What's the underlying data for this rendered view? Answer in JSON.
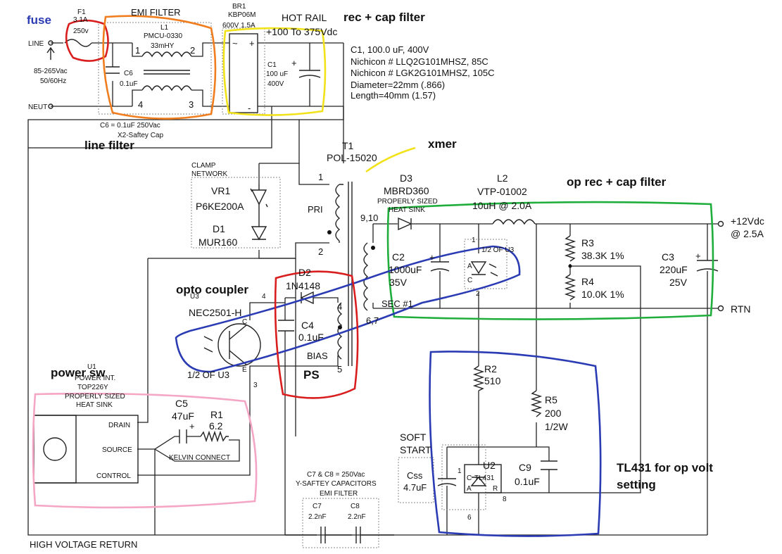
{
  "colors": {
    "red": "#d81e1e",
    "orange": "#f07d1e",
    "yellow": "#f1e21a",
    "green": "#1fae3b",
    "blue": "#2b3bb3",
    "pink": "#f4a6c4",
    "fuse_label": "#2b3bb3"
  },
  "annotations": {
    "fuse": "fuse",
    "line_filter": "line filter",
    "rec_cap": "rec + cap filter",
    "xmer": "xmer",
    "op_rec": "op rec + cap filter",
    "opto": "opto coupler",
    "ps": "PS",
    "power_sw": "power sw",
    "tl431_line1": "TL431 for op volt",
    "tl431_line2": "setting"
  },
  "input": {
    "line": "LINE",
    "neut": "NEUT",
    "range": "85-265Vac",
    "freq": "50/60Hz"
  },
  "fuse": {
    "ref": "F1",
    "rating": "3.1A",
    "voltage": "250v"
  },
  "emi": {
    "title": "EMI FILTER",
    "l1_ref": "L1",
    "l1_part": "PMCU-0330",
    "l1_val": "33mHY",
    "c6_ref": "C6",
    "c6_val": "0.1uF",
    "pin1": "1",
    "pin2": "2",
    "pin3": "3",
    "pin4": "4",
    "note1": "C6 = 0.1uF 250Vac",
    "note2": "X2-Saftey Cap"
  },
  "bridge": {
    "ref": "BR1",
    "part": "KBP06M",
    "rating": "600V 1.5A",
    "tilde": "~",
    "plus": "+",
    "minus": "-"
  },
  "hot_rail": {
    "title": "HOT RAIL",
    "range": "+100 To 375Vdc"
  },
  "c1": {
    "ref": "C1",
    "val": "100 uF",
    "volt": "400V",
    "spec1": "C1, 100.0 uF, 400V",
    "spec2": "Nichicon # LLQ2G101MHSZ, 85C",
    "spec3": "Nichicon # LGK2G101MHSZ, 105C",
    "spec4": "Diameter=22mm (.866)",
    "spec5": "Length=40mm (1.57)"
  },
  "t1": {
    "ref": "T1",
    "part": "POL-15020",
    "pri": "PRI",
    "pin1": "1",
    "pin2": "2",
    "sec_pins": "9,10",
    "sec": "SEC #1",
    "sec_lo": "6,7",
    "bias": "BIAS",
    "bias_hi": "4",
    "bias_lo": "5"
  },
  "clamp": {
    "title1": "CLAMP",
    "title2": "NETWORK",
    "vr1_ref": "VR1",
    "vr1_part": "P6KE200A",
    "d1_ref": "D1",
    "d1_part": "MUR160"
  },
  "d3": {
    "ref": "D3",
    "part": "MBRD360",
    "note1": "PROPERLY SIZED",
    "note2": "HEAT SINK"
  },
  "l2": {
    "ref": "L2",
    "part": "VTP-01002",
    "val": "10uH @ 2.0A"
  },
  "c2": {
    "ref": "C2",
    "val": "1000uF",
    "volt": "35V"
  },
  "u3b": {
    "label": "1/2 OF U3",
    "pin1": "1",
    "pin2": "2",
    "a": "A",
    "c": "C"
  },
  "r3": {
    "ref": "R3",
    "val": "38.3K 1%"
  },
  "r4": {
    "ref": "R4",
    "val": "10.0K 1%"
  },
  "c3": {
    "ref": "C3",
    "val": "220uF",
    "volt": "25V"
  },
  "output": {
    "v": "+12Vdc",
    "i": "@ 2.5A",
    "rtn": "RTN"
  },
  "d2": {
    "ref": "D2",
    "part": "1N4148"
  },
  "c4": {
    "ref": "C4",
    "val": "0.1uF"
  },
  "u3a": {
    "ref": "U3",
    "part": "NEC2501-H",
    "label": "1/2 OF U3",
    "pin4": "4",
    "pin3": "3",
    "c": "C",
    "e": "E"
  },
  "u1": {
    "ref": "U1",
    "desc": "POWER INT.",
    "part": "TOP226Y",
    "note1": "PROPERLY SIZED",
    "note2": "HEAT SINK",
    "drain": "DRAIN",
    "source": "SOURCE",
    "control": "CONTROL"
  },
  "c5": {
    "ref": "C5",
    "val": "47uF",
    "plus": "+"
  },
  "r1": {
    "ref": "R1",
    "val": "6.2"
  },
  "kelvin": "KELVIN CONNECT",
  "r2": {
    "ref": "R2",
    "val": "510"
  },
  "r5": {
    "ref": "R5",
    "val": "200",
    "pwr": "1/2W"
  },
  "soft": {
    "line1": "SOFT",
    "line2": "START",
    "ref": "Css",
    "val": "4.7uF"
  },
  "u2": {
    "ref": "U2",
    "part": "TL431",
    "pin1": "1",
    "pin6": "6",
    "pin8": "8",
    "c": "C",
    "a": "A",
    "r": "R"
  },
  "c9": {
    "ref": "C9",
    "val": "0.1uF"
  },
  "ycap": {
    "note1": "C7 & C8 = 250Vac",
    "note2": "Y-SAFTEY CAPACITORS",
    "title": "EMI FILTER",
    "c7_ref": "C7",
    "c7_val": "2.2nF",
    "c8_ref": "C8",
    "c8_val": "2.2nF"
  },
  "hv_return": "HIGH VOLTAGE RETURN"
}
